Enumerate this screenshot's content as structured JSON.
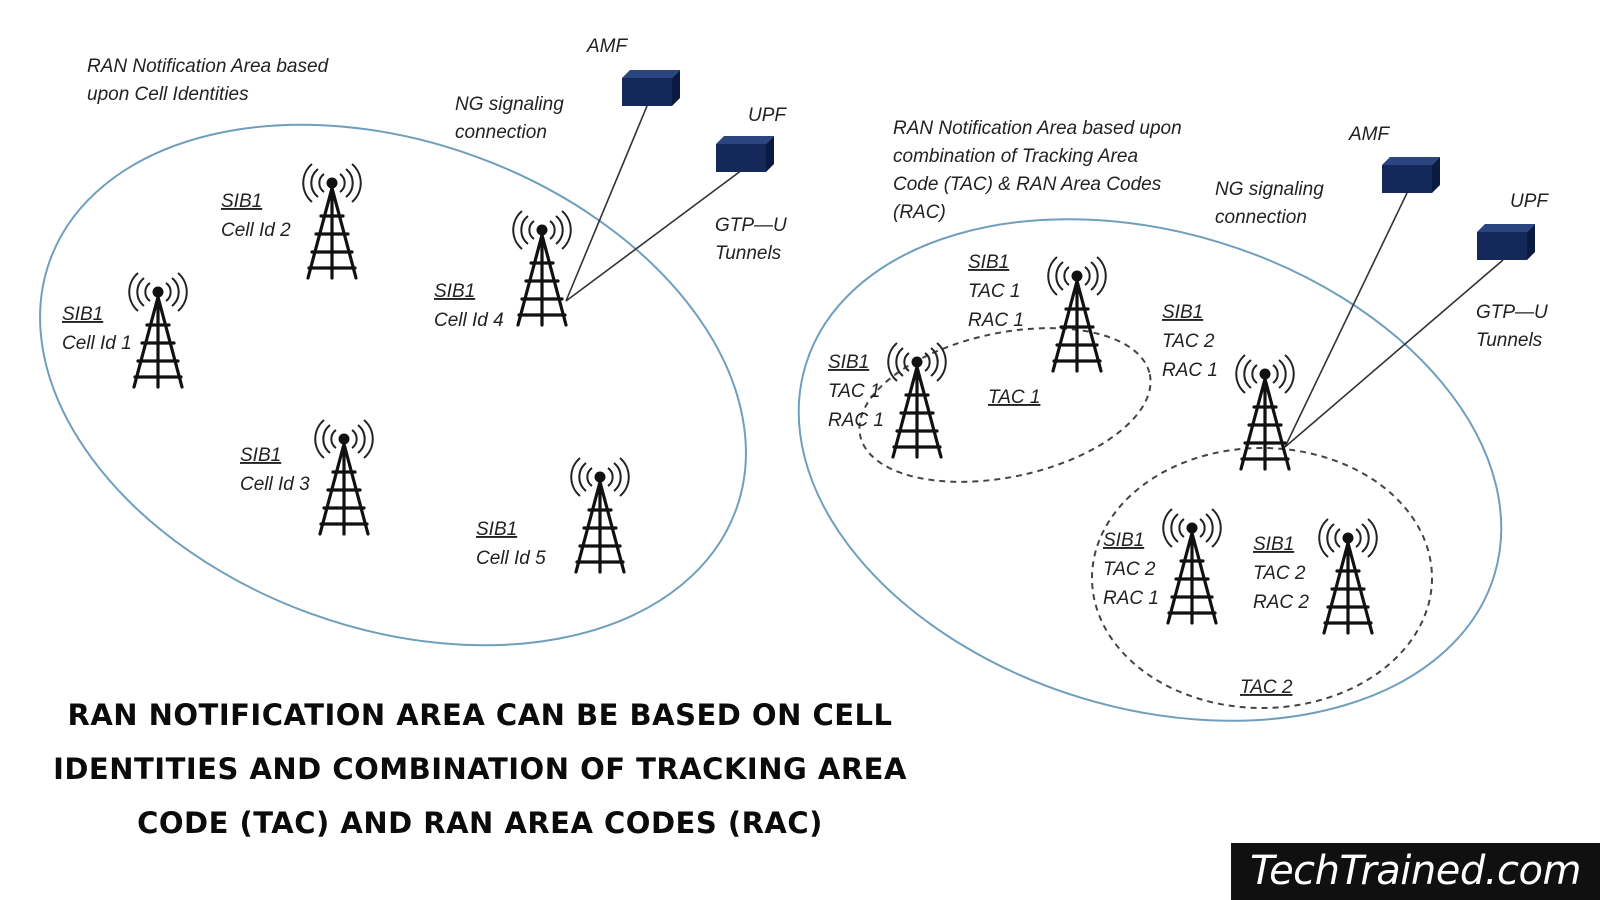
{
  "left_area": {
    "title_lines": [
      "RAN Notification Area based",
      "upon Cell Identities"
    ],
    "ng_lines": [
      "NG signaling",
      "connection"
    ],
    "amf": "AMF",
    "upf": "UPF",
    "gtp_lines": [
      "GTP—U",
      "Tunnels"
    ],
    "cells": [
      {
        "sib": "SIB1",
        "lines": [
          "Cell Id 1"
        ]
      },
      {
        "sib": "SIB1",
        "lines": [
          "Cell Id 2"
        ]
      },
      {
        "sib": "SIB1",
        "lines": [
          "Cell Id 3"
        ]
      },
      {
        "sib": "SIB1",
        "lines": [
          "Cell Id 4"
        ]
      },
      {
        "sib": "SIB1",
        "lines": [
          "Cell Id 5"
        ]
      }
    ]
  },
  "right_area": {
    "title_lines": [
      "RAN Notification Area based upon",
      "combination of Tracking Area",
      "Code (TAC) & RAN Area Codes",
      "(RAC)"
    ],
    "ng_lines": [
      "NG signaling",
      "connection"
    ],
    "amf": "AMF",
    "upf": "UPF",
    "gtp_lines": [
      "GTP—U",
      "Tunnels"
    ],
    "tac1_label": "TAC 1",
    "tac2_label": "TAC 2",
    "cells": [
      {
        "sib": "SIB1",
        "lines": [
          "TAC 1",
          "RAC 1"
        ]
      },
      {
        "sib": "SIB1",
        "lines": [
          "TAC 1",
          "RAC 1"
        ]
      },
      {
        "sib": "SIB1",
        "lines": [
          "TAC 2",
          "RAC 1"
        ]
      },
      {
        "sib": "SIB1",
        "lines": [
          "TAC 2",
          "RAC 1"
        ]
      },
      {
        "sib": "SIB1",
        "lines": [
          "TAC 2",
          "RAC 2"
        ]
      }
    ]
  },
  "caption": "RAN Notification Area can be based on Cell Identities and combination of Tracking Area Code (TAC) and RAN Area Codes (RAC)",
  "brand": "TechTrained.com",
  "colors": {
    "area_outline": "#6f9fbd",
    "server": "#14285a",
    "tower": "#111111",
    "caption": "#0b0b0b",
    "brand_bg": "#101010"
  }
}
